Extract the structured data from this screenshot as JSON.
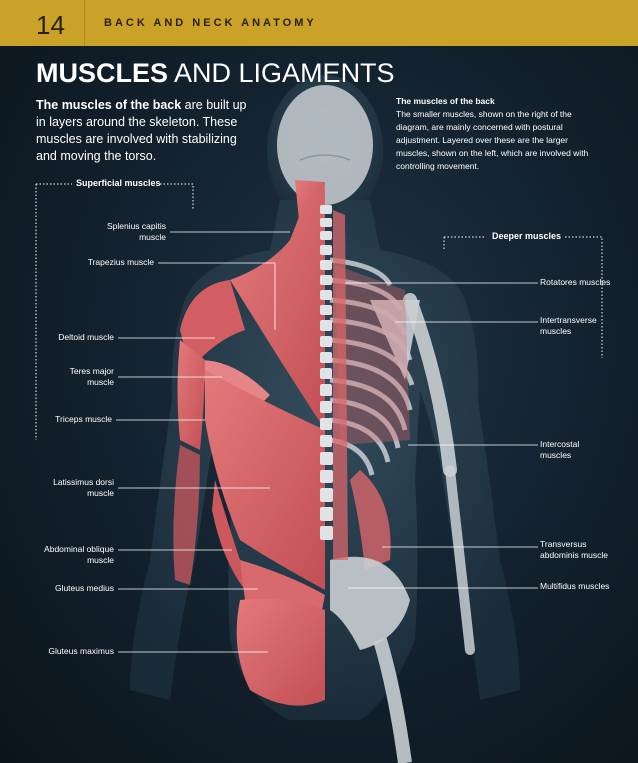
{
  "header": {
    "page_number": "14",
    "section": "BACK AND NECK ANATOMY"
  },
  "title": {
    "bold": "MUSCLES",
    "rest": " AND LIGAMENTS"
  },
  "intro": {
    "bold": "The muscles of the back",
    "text": " are built up in layers around the skeleton. These muscles are involved with stabilizing and moving the torso."
  },
  "note": {
    "heading": "The muscles of the back",
    "text": "The smaller muscles, shown on the right of the diagram, are mainly concerned with postural adjustment. Layered over these are the larger muscles, shown on the left, which are involved with controlling movement."
  },
  "groups": {
    "superficial": "Superficial muscles",
    "deeper": "Deeper muscles"
  },
  "labels_left": [
    "Splenius capitis muscle",
    "Trapezius muscle",
    "Deltoid muscle",
    "Teres major muscle",
    "Triceps muscle",
    "Latissimus dorsi muscle",
    "Abdominal oblique muscle",
    "Gluteus medius",
    "Gluteus maximus"
  ],
  "labels_right": [
    "Rotatores muscles",
    "Intertransverse muscles",
    "Intercostal muscles",
    "Transversus abdominis muscle",
    "Multifidus muscles"
  ],
  "colors": {
    "header": "#c9a227",
    "background": "#142330",
    "muscle": "#d9676a",
    "bone": "#c9cfd3"
  }
}
